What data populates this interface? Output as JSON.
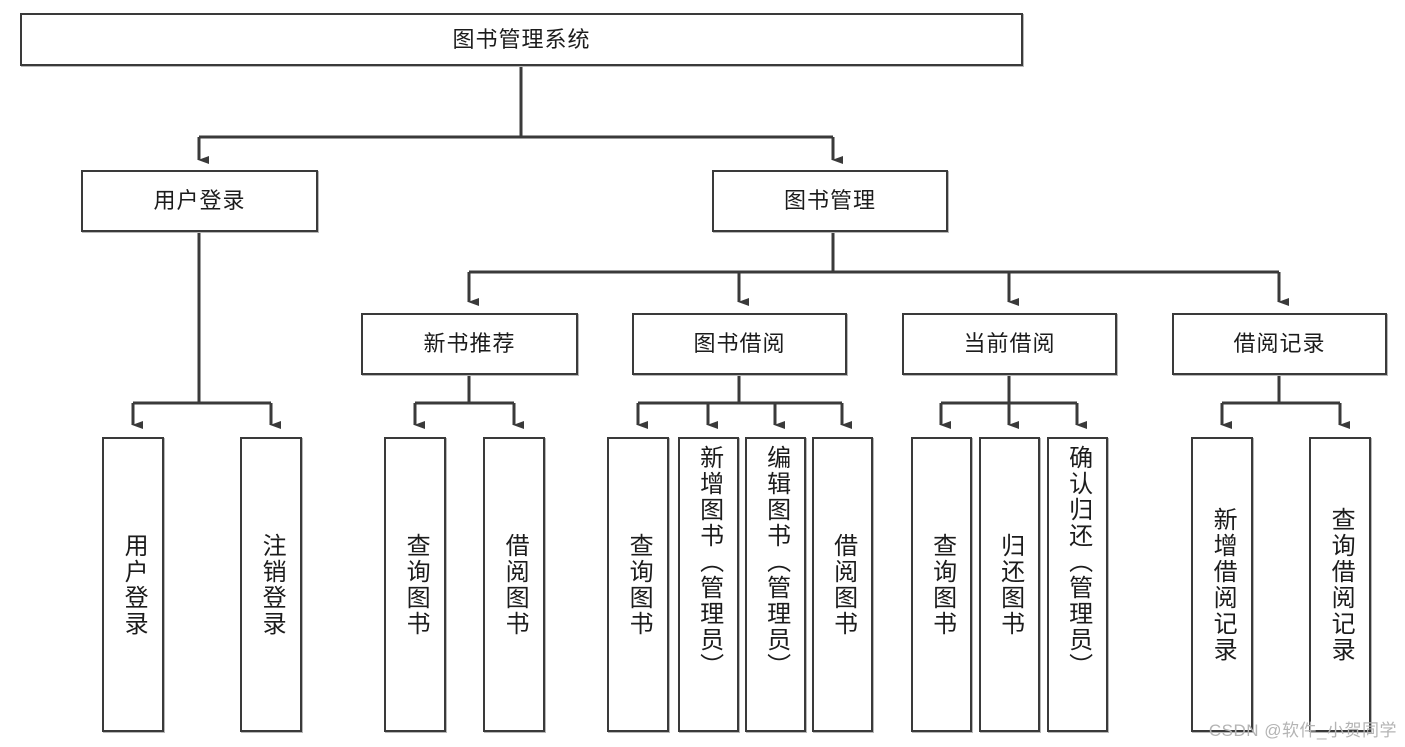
{
  "diagram": {
    "type": "tree-hierarchy",
    "title": "图书管理系统",
    "theme": {
      "background": "#ffffff",
      "box_border": "#3a3a3a",
      "box_fill": "#ffffff",
      "line": "#3a3a3a",
      "text": "#1c1c1c",
      "watermark": "#b4b4b4"
    },
    "root": {
      "label": "图书管理系统"
    },
    "level2": [
      {
        "id": "user-login",
        "label": "用户登录"
      },
      {
        "id": "book-management",
        "label": "图书管理"
      }
    ],
    "level3": [
      {
        "id": "new-book-recommend",
        "label": "新书推荐"
      },
      {
        "id": "book-borrow",
        "label": "图书借阅"
      },
      {
        "id": "current-borrow",
        "label": "当前借阅"
      },
      {
        "id": "borrow-record",
        "label": "借阅记录"
      }
    ],
    "leaves": {
      "user_login": [
        {
          "id": "leaf-user-login",
          "label": "用户登录"
        },
        {
          "id": "leaf-logout-login",
          "label": "注销登录"
        }
      ],
      "new_book_recommend": [
        {
          "id": "leaf-query-book-1",
          "label": "查询图书"
        },
        {
          "id": "leaf-borrow-book-1",
          "label": "借阅图书"
        }
      ],
      "book_borrow": [
        {
          "id": "leaf-query-book-2",
          "label": "查询图书"
        },
        {
          "id": "leaf-add-book",
          "label": "新增图书（管理员）"
        },
        {
          "id": "leaf-edit-book",
          "label": "编辑图书（管理员）"
        },
        {
          "id": "leaf-borrow-book-2",
          "label": "借阅图书"
        }
      ],
      "current_borrow": [
        {
          "id": "leaf-query-book-3",
          "label": "查询图书"
        },
        {
          "id": "leaf-return-book",
          "label": "归还图书"
        },
        {
          "id": "leaf-confirm-return",
          "label": "确认归还（管理员）"
        }
      ],
      "borrow_record": [
        {
          "id": "leaf-add-borrow-record",
          "label": "新增借阅记录"
        },
        {
          "id": "leaf-query-borrow-record",
          "label": "查询借阅记录"
        }
      ]
    }
  },
  "watermark": {
    "text": "CSDN @软件_小贺同学"
  }
}
